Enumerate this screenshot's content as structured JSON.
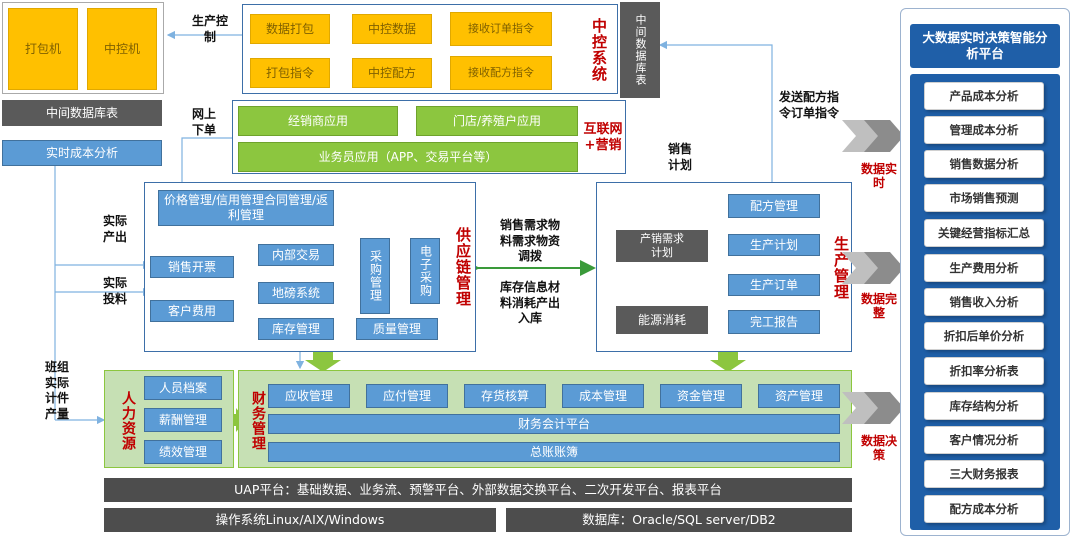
{
  "production": {
    "machines": [
      "打包机",
      "中控机"
    ],
    "control_label": "生产控制",
    "mid_db_table": "中间数据库表",
    "realtime_cost": "实时成本分析"
  },
  "central_control": {
    "title": "中控系统",
    "boxes": [
      "数据打包",
      "中控数据",
      "接收订单指令",
      "打包指令",
      "中控配方",
      "接收配方指令"
    ],
    "mid_db": "中间数据库表"
  },
  "internet": {
    "title": "互联网+营销",
    "apps": [
      "经销商应用",
      "门店/养殖户应用",
      "业务员应用（APP、交易平台等）"
    ]
  },
  "flow_labels": {
    "online_order": "网上下单",
    "send_cmd": "发送配方指令订单指令",
    "sales_plan": "销售计划",
    "actual_output": "实际产出",
    "actual_feed": "实际投料",
    "team_output": "班组实际计件产量",
    "middle_top": "销售需求物料需求物资调拨",
    "middle_bottom": "库存信息材料消耗产出入库"
  },
  "supply_chain": {
    "title": "供应链管理",
    "price_mgmt": "价格管理/信用管理合同管理/返利管理",
    "sales_invoice": "销售开票",
    "customer_fee": "客户费用",
    "internal_trade": "内部交易",
    "weighbridge": "地磅系统",
    "inventory": "库存管理",
    "purchase_mgmt": "采购管理",
    "e_purchase": "电子采购",
    "quality": "质量管理"
  },
  "production_mgmt": {
    "title": "生产管理",
    "formula": "配方管理",
    "prod_sales_plan": "产销需求计划",
    "prod_plan": "生产计划",
    "prod_order": "生产订单",
    "energy": "能源消耗",
    "completion": "完工报告"
  },
  "hr": {
    "title": "人力资源",
    "items": [
      "人员档案",
      "薪酬管理",
      "绩效管理"
    ]
  },
  "finance": {
    "title": "财务管理",
    "items": [
      "应收管理",
      "应付管理",
      "存货核算",
      "成本管理",
      "资金管理",
      "资产管理"
    ],
    "accounting": "财务会计平台",
    "ledger": "总账账簿"
  },
  "platform": {
    "uap": "UAP平台：基础数据、业务流、预警平台、外部数据交换平台、二次开发平台、报表平台",
    "os": "操作系统Linux/AIX/Windows",
    "db": "数据库：Oracle/SQL server/DB2"
  },
  "data_arrows": [
    "数据实时",
    "数据完整",
    "数据决策"
  ],
  "bigdata": {
    "title": "大数据实时决策智能分析平台",
    "items": [
      "产品成本分析",
      "管理成本分析",
      "销售数据分析",
      "市场销售预测",
      "关键经营指标汇总",
      "生产费用分析",
      "销售收入分析",
      "折扣后单价分析",
      "折扣率分析表",
      "库存结构分析",
      "客户情况分析",
      "三大财务报表",
      "配方成本分析"
    ]
  },
  "colors": {
    "yellow": "#ffc000",
    "blue": "#5b9bd5",
    "green": "#8cc63f",
    "dark_gray": "#4d4d4d",
    "navy": "#1f5fa8",
    "red": "#c00000"
  }
}
